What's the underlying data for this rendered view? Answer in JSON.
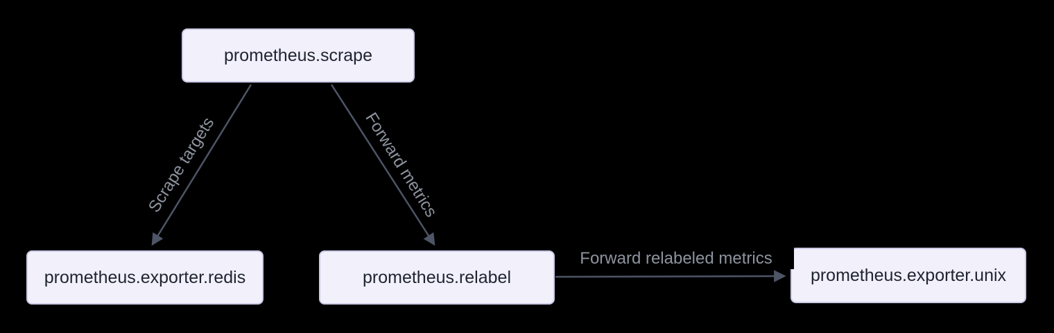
{
  "diagram": {
    "nodes": [
      {
        "id": "scrape",
        "label": "prometheus.scrape"
      },
      {
        "id": "redis",
        "label": "prometheus.exporter.redis"
      },
      {
        "id": "relabel",
        "label": "prometheus.relabel"
      },
      {
        "id": "unix",
        "label": "prometheus.exporter.unix"
      }
    ],
    "edges": [
      {
        "from": "prometheus.scrape",
        "to": "prometheus.exporter.redis",
        "label": "Scrape targets"
      },
      {
        "from": "prometheus.scrape",
        "to": "prometheus.relabel",
        "label": "Forward metrics"
      },
      {
        "from": "prometheus.relabel",
        "to": "prometheus.exporter.unix",
        "label": "Forward relabeled metrics"
      }
    ],
    "colors": {
      "background": "#000000",
      "node_fill": "#f1f0fb",
      "node_border": "#c9c9e5",
      "node_text": "#1f2430",
      "edge_line": "#4d5566",
      "edge_label_text": "#8d939e"
    }
  }
}
